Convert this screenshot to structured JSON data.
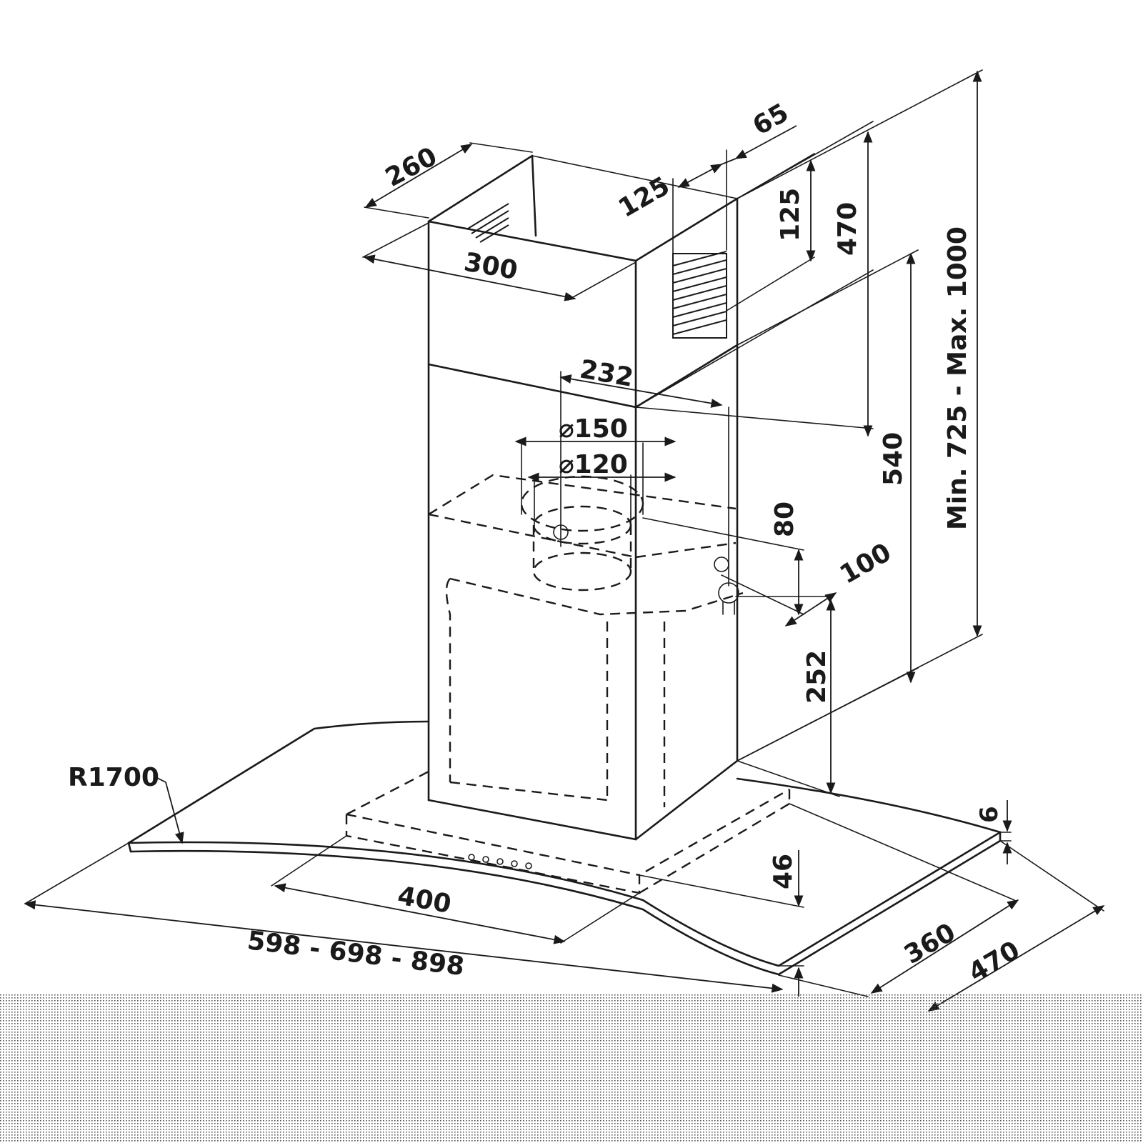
{
  "dimensions": {
    "duct_depth": "260",
    "duct_width": "300",
    "vent_offset": "125",
    "vent_gap": "65",
    "vent_height": "125",
    "upper_height": "470",
    "overall_height": "Min. 725 - Max. 1000",
    "outlet_offset": "232",
    "outlet_large": "⌀150",
    "outlet_small": "⌀120",
    "socket_height": "80",
    "socket_offset": "100",
    "mid_height": "540",
    "body_height": "252",
    "radius": "R1700",
    "glass_thickness": "6",
    "canopy_height": "46",
    "canopy_inner_depth": "360",
    "canopy_depth": "470",
    "mount_width": "400",
    "hood_widths": "598 - 698 - 898"
  }
}
